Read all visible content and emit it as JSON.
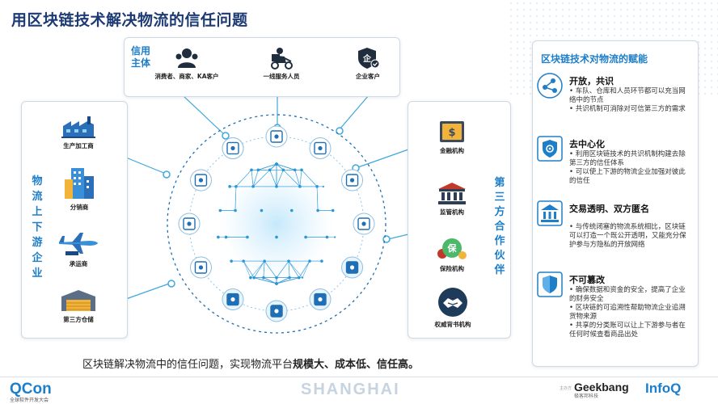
{
  "title": "用区块链技术解决物流的信任问题",
  "colors": {
    "title": "#1c3a73",
    "accent": "#1e7ec8",
    "line": "#3fa8dd"
  },
  "trust_subject": {
    "label": "信用主体",
    "items": [
      {
        "label": "消费者、商家、KA客户",
        "icon": "users-icon"
      },
      {
        "label": "一线服务人员",
        "icon": "courier-scooter-icon"
      },
      {
        "label": "企业客户",
        "icon": "enterprise-shield-icon"
      }
    ]
  },
  "logistics_chain": {
    "label": "物流上下游企业",
    "items": [
      {
        "label": "生产加工商",
        "icon": "factory-icon"
      },
      {
        "label": "分销商",
        "icon": "building-icon"
      },
      {
        "label": "承运商",
        "icon": "airplane-icon"
      },
      {
        "label": "第三方仓储",
        "icon": "warehouse-icon"
      }
    ]
  },
  "third_parties": {
    "label": "第三方合作伙伴",
    "items": [
      {
        "label": "金融机构",
        "icon": "bank-vault-icon"
      },
      {
        "label": "监管机构",
        "icon": "government-icon"
      },
      {
        "label": "保险机构",
        "icon": "insurance-icon"
      },
      {
        "label": "权威背书机构",
        "icon": "handshake-icon"
      }
    ]
  },
  "empowerment": {
    "title": "区块链技术对物流的赋能",
    "sections": [
      {
        "heading": "开放，共识",
        "icon": "share-icon",
        "bullets": [
          "车队、仓库和人员环节都可以充当网络中的节点",
          "共识机制可消除对可信第三方的需求"
        ]
      },
      {
        "heading": "去中心化",
        "icon": "shield-gear-icon",
        "bullets": [
          "利用区块链技术的共识机制构建去除第三方的信任体系",
          "可以使上下游的物流企业加强对彼此的信任"
        ]
      },
      {
        "heading": "交易透明、双方匿名",
        "icon": "bank-icon",
        "bullets": [
          "与传统闭塞的物流系统相比，区块链可以打造一个既公开透明，又能充分保护参与方隐私的开放网络"
        ]
      },
      {
        "heading": "不可篡改",
        "icon": "shield-icon",
        "bullets": [
          "确保数据和资金的安全，提高了企业的财务安全",
          "区块链的可追溯性帮助物流企业追溯货物来源",
          "共享的分类账可以让上下游参与者在任何时候查看商品出处"
        ]
      }
    ]
  },
  "slogan": {
    "prefix": "区块链解决物流中的信任问题，实现物流平台",
    "emphasis": "规模大、成本低、信任高。"
  },
  "footer": {
    "qcon": "QCon",
    "qcon_sub": "全球软件开发大会",
    "city": "SHANGHAI",
    "sponsor": "主办方",
    "geek": "Geekbang",
    "geek_sub": "极客邦科技",
    "infoq": "InfoQ"
  }
}
